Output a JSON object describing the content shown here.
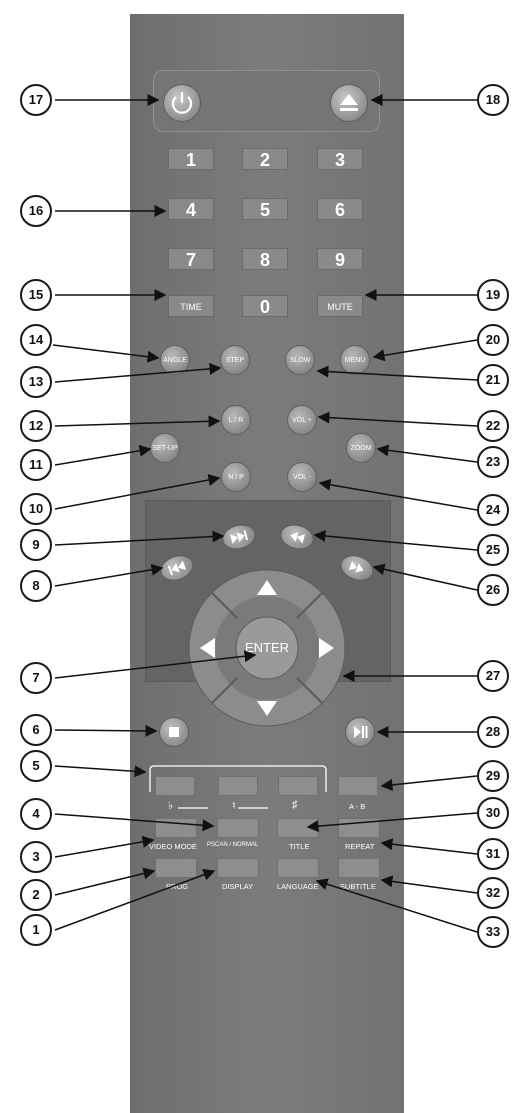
{
  "buttons": {
    "time": "TIME",
    "zero": "0",
    "mute": "MUTE",
    "angle": "ANGLE",
    "step": "STEP",
    "slow": "SLOW",
    "menu": "MENU",
    "lr": "L / R",
    "vol_up": "VOL +",
    "setup": "SET-UP",
    "zoom": "ZOOM",
    "np": "N / P",
    "vol_down": "VOL -",
    "enter": "ENTER",
    "ab": "A - B",
    "video_mode": "VIDEO MODE",
    "pscan": "PSCAN / NORMAL",
    "title": "TITLE",
    "repeat": "REPEAT",
    "prog": "PROG",
    "display": "DISPLAY",
    "language": "LANGUAGE",
    "subtitle": "SUBTITLE",
    "flat": "♭",
    "natural": "♮",
    "sharp": "♯"
  },
  "numpad": [
    "1",
    "2",
    "3",
    "4",
    "5",
    "6",
    "7",
    "8",
    "9"
  ],
  "callouts": {
    "c1": "1",
    "c2": "2",
    "c3": "3",
    "c4": "4",
    "c5": "5",
    "c6": "6",
    "c7": "7",
    "c8": "8",
    "c9": "9",
    "c10": "10",
    "c11": "11",
    "c12": "12",
    "c13": "13",
    "c14": "14",
    "c15": "15",
    "c16": "16",
    "c17": "17",
    "c18": "18",
    "c19": "19",
    "c20": "20",
    "c21": "21",
    "c22": "22",
    "c23": "23",
    "c24": "24",
    "c25": "25",
    "c26": "26",
    "c27": "27",
    "c28": "28",
    "c29": "29",
    "c30": "30",
    "c31": "31",
    "c32": "32",
    "c33": "33"
  },
  "icons": {
    "power": "power-icon",
    "eject": "eject-icon",
    "stop": "stop-icon",
    "play_pause": "play-pause-icon",
    "next": "skip-next-icon",
    "prev": "skip-previous-icon",
    "rewind": "fast-rewind-icon",
    "forward": "fast-forward-icon",
    "up": "arrow-up-icon",
    "down": "arrow-down-icon",
    "left": "arrow-left-icon",
    "right": "arrow-right-icon"
  },
  "colors": {
    "body": "#777777",
    "button": "#8e8e8e",
    "label": "#ffffff"
  }
}
